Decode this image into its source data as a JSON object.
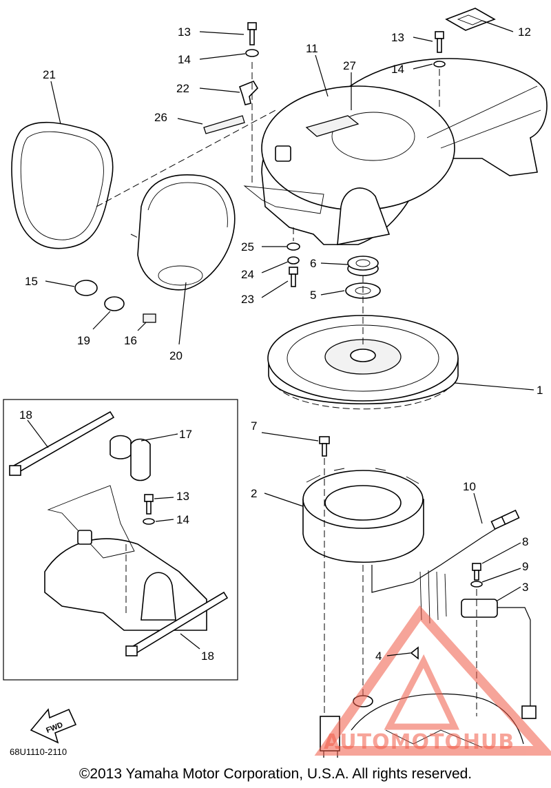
{
  "callouts": {
    "c1": "1",
    "c2": "2",
    "c3": "3",
    "c4": "4",
    "c5": "5",
    "c6": "6",
    "c7": "7",
    "c8": "8",
    "c9": "9",
    "c10": "10",
    "c11": "11",
    "c12": "12",
    "c13a": "13",
    "c13b": "13",
    "c13c": "13",
    "c14a": "14",
    "c14b": "14",
    "c14c": "14",
    "c15": "15",
    "c16": "16",
    "c17": "17",
    "c18a": "18",
    "c18b": "18",
    "c19": "19",
    "c20": "20",
    "c21": "21",
    "c22": "22",
    "c23": "23",
    "c24": "24",
    "c25": "25",
    "c26": "26",
    "c27": "27"
  },
  "fwd_label": "FWD",
  "drawing_code": "68U1110-2110",
  "copyright": "©2013 Yamaha Motor Corporation, U.S.A. All rights reserved.",
  "watermark": {
    "text": "AUTOMOTOHUB",
    "color": "#f05a46"
  }
}
